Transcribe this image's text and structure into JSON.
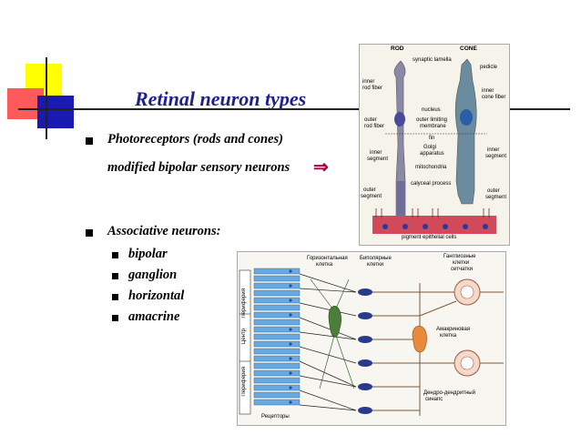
{
  "slide": {
    "title": "Retinal neuron types",
    "bullet1_line1": "Photoreceptors (rods and cones)",
    "bullet1_line2": "modified  bipolar sensory neurons",
    "arrow_glyph": "⇒",
    "bullet2": "Associative neurons:",
    "sub_items": [
      "bipolar",
      "ganglion",
      "horizontal",
      "amacrine"
    ]
  },
  "figure_top": {
    "rod": "ROD",
    "cone": "CONE",
    "synaptic_lamella": "synaptic lamella",
    "pedicle": "pedicle",
    "inner_rod_fiber_1": "inner",
    "inner_rod_fiber_2": "rod fiber",
    "inner_cone_fiber_1": "inner",
    "inner_cone_fiber_2": "cone fiber",
    "nucleus": "nucleus",
    "outer_rod_fiber_1": "outer",
    "outer_rod_fiber_2": "rod fiber",
    "olm_1": "outer limiting",
    "olm_2": "membrane",
    "fin": "fin",
    "inner_segment_l1": "inner",
    "inner_segment_l2": "segment",
    "golgi_1": "Golgi",
    "golgi_2": "apparatus",
    "inner_segment_r1": "inner",
    "inner_segment_r2": "segment",
    "mitochondria": "mitochondria",
    "calyceal": "calyceal process",
    "outer_segment_l1": "outer",
    "outer_segment_l2": "segment",
    "outer_segment_r1": "outer",
    "outer_segment_r2": "segment",
    "pigment": "pigment epithelial cells"
  },
  "figure_bottom": {
    "horizontal_1": "Горизонтальная",
    "horizontal_2": "клетка",
    "bipolar_1": "Биполярные",
    "bipolar_2": "клетки",
    "ganglion_1": "Ганглиозные",
    "ganglion_2": "клетки",
    "ganglion_3": "сетчатки",
    "amacrine_1": "Амакриновая",
    "amacrine_2": "клетка",
    "dendro_1": "Дендро-дендритный",
    "dendro_2": "синапс",
    "receptors": "Рецепторы",
    "periphery_top": "Периферия",
    "center": "Центр",
    "periphery_bottom": "Периферия"
  }
}
